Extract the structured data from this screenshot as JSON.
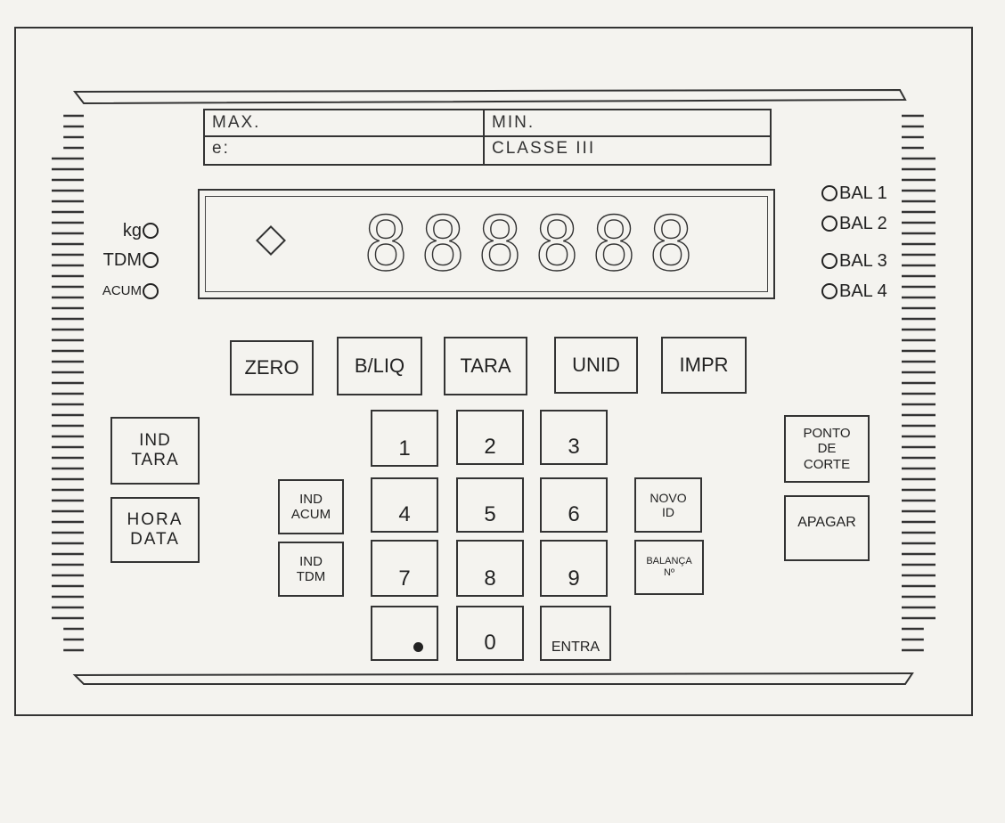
{
  "plate": {
    "max_label": "MAX.",
    "min_label": "MIN.",
    "e_label": "e:",
    "class_label": "CLASSE III"
  },
  "display": {
    "digits": [
      "8",
      "8",
      "8",
      "8",
      "8",
      "8"
    ]
  },
  "left_indicators": [
    {
      "label": "kg"
    },
    {
      "label": "TDM"
    },
    {
      "label": "ACUM"
    }
  ],
  "right_indicators": [
    {
      "label": "BAL 1"
    },
    {
      "label": "BAL 2"
    },
    {
      "label": "BAL 3"
    },
    {
      "label": "BAL 4"
    }
  ],
  "function_keys": [
    {
      "label": "ZERO"
    },
    {
      "label": "B/LIQ"
    },
    {
      "label": "TARA"
    },
    {
      "label": "UNID"
    },
    {
      "label": "IMPR"
    }
  ],
  "side_keys": {
    "ind_tara": "IND\nTARA",
    "hora_data": "HORA\nDATA",
    "ind_acum": "IND\nACUM",
    "ind_tdm": "IND\nTDM",
    "novo_id": "NOVO\nID",
    "balanca_no": "BALANÇA\nNº",
    "ponto_de_corte": "PONTO\nDE\nCORTE",
    "apagar": "APAGAR"
  },
  "keypad": {
    "digits": [
      "1",
      "2",
      "3",
      "4",
      "5",
      "6",
      "7",
      "8",
      "9"
    ],
    "zero": "0",
    "enter": "ENTRA"
  }
}
